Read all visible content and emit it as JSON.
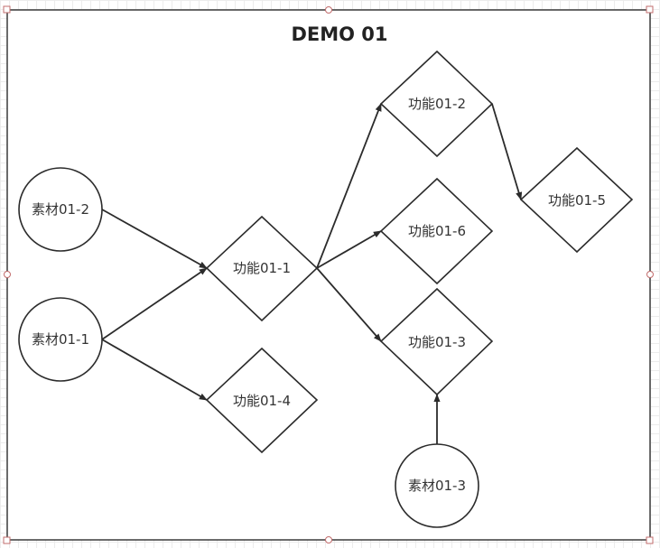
{
  "diagram": {
    "title": "DEMO 01",
    "nodes": {
      "m2": {
        "label": "素材01-2",
        "shape": "circle"
      },
      "m1": {
        "label": "素材01-1",
        "shape": "circle"
      },
      "m3": {
        "label": "素材01-3",
        "shape": "circle"
      },
      "f1": {
        "label": "功能01-1",
        "shape": "diamond"
      },
      "f2": {
        "label": "功能01-2",
        "shape": "diamond"
      },
      "f3": {
        "label": "功能01-3",
        "shape": "diamond"
      },
      "f4": {
        "label": "功能01-4",
        "shape": "diamond"
      },
      "f5": {
        "label": "功能01-5",
        "shape": "diamond"
      },
      "f6": {
        "label": "功能01-6",
        "shape": "diamond"
      }
    },
    "edges": [
      {
        "from": "素材01-2",
        "to": "功能01-1"
      },
      {
        "from": "素材01-1",
        "to": "功能01-1"
      },
      {
        "from": "素材01-1",
        "to": "功能01-4"
      },
      {
        "from": "功能01-1",
        "to": "功能01-2"
      },
      {
        "from": "功能01-1",
        "to": "功能01-6"
      },
      {
        "from": "功能01-1",
        "to": "功能01-3"
      },
      {
        "from": "功能01-2",
        "to": "功能01-5"
      },
      {
        "from": "素材01-3",
        "to": "功能01-3"
      }
    ]
  }
}
